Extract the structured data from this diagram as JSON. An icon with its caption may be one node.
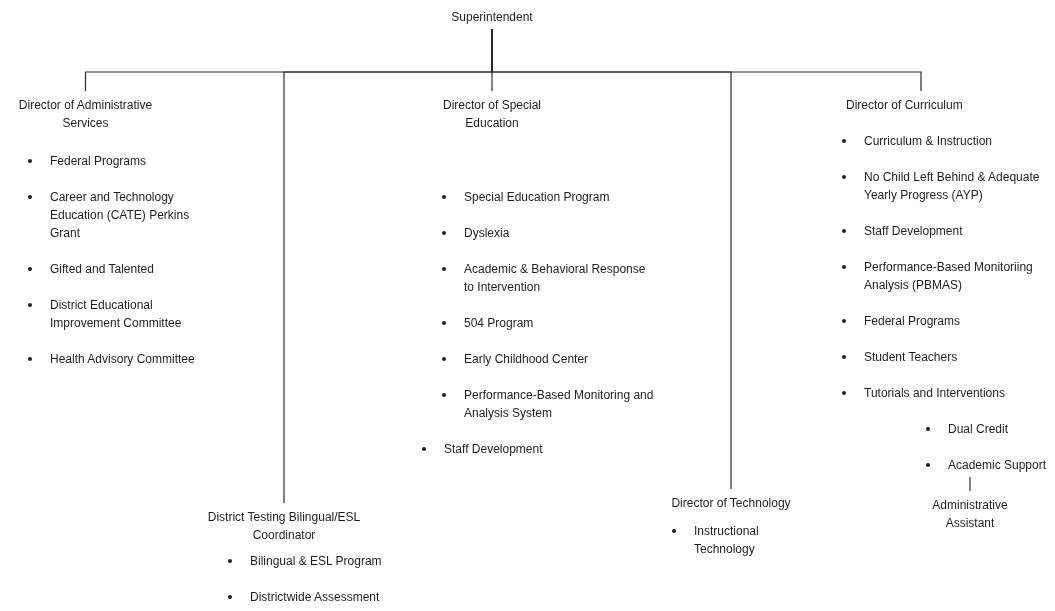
{
  "diagram": {
    "nodes": [
      {
        "text": [
          "Superintendent"
        ]
      },
      {
        "text": [
          "Director of Administrative Services"
        ],
        "beside": [
          "Federal Programs",
          "Career and Technology Education (CATE) Perkins Grant",
          "Gifted and Talented",
          "District Educational Improvement Committee",
          "Health Advisory Committee"
        ]
      },
      {
        "text": [
          "District Testing Bilingual/ESL Coordinator"
        ],
        "beside": [
          "Bilingual & ESL Program",
          "Districtwide Assessment"
        ]
      },
      {
        "text": [
          "Director of Special Education"
        ],
        "beside": [
          "Special Education Program",
          "Dyslexia",
          "Academic & Behavioral Response to Intervention",
          "504 Program",
          "Early Childhood Center",
          "Performance-Based Monitoring and Analysis System",
          "Staff Development"
        ]
      },
      {
        "text": [
          "Director of Technology"
        ],
        "beside": [
          "Instructional Technology"
        ]
      },
      {
        "text": [
          "Director of Curriculum"
        ],
        "beside": [
          "Curriculum & Instruction",
          "No Child Left Behind & Adequate Yearly Progress (AYP)",
          "Staff Development",
          "Performance-Based Monitoriing Analysis (PBMAS)",
          "Federal Programs",
          "Student Teachers",
          "Tutorials and Interventions"
        ]
      },
      {
        "text": [
          "Academic Support"
        ]
      },
      {
        "text": [
          "Administrative Assistant"
        ]
      }
    ],
    "edges": [
      {
        "from": 0,
        "to": 1,
        "arrow": "none"
      },
      {
        "from": 0,
        "to": 2,
        "arrow": "none"
      },
      {
        "from": 0,
        "to": 3,
        "arrow": "none"
      },
      {
        "from": 0,
        "to": 4,
        "arrow": "none"
      },
      {
        "from": 0,
        "to": 5,
        "arrow": "none"
      },
      {
        "from": 6,
        "to": 7,
        "arrow": "none"
      }
    ],
    "labels": [
      "Dual Credit"
    ]
  }
}
